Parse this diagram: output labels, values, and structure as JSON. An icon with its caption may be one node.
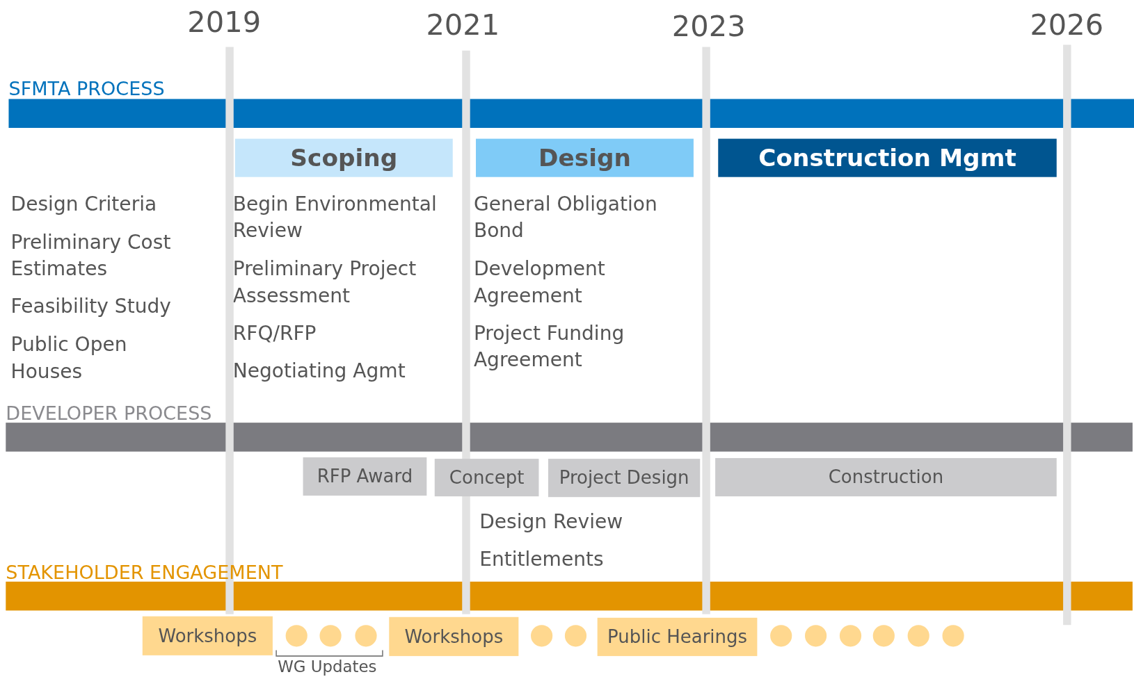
{
  "diagram": {
    "nodes": [
      {
        "text": [
          "SFMTA PROCESS"
        ]
      },
      {
        "text": [
          "Scoping"
        ]
      },
      {
        "text": [
          "Design"
        ]
      },
      {
        "text": [
          "Construction Mgmt"
        ]
      },
      {
        "text": [
          "DEVELOPER PROCESS"
        ]
      },
      {
        "text": [
          "RFP Award"
        ]
      },
      {
        "text": [
          "Concept"
        ]
      },
      {
        "text": [
          "Project Design"
        ]
      },
      {
        "text": [
          "Construction"
        ]
      },
      {
        "text": [
          "STAKEHOLDER ENGAGEMENT"
        ]
      },
      {
        "text": [
          "Workshops"
        ]
      },
      {
        "text": [],
        "shape": "circle"
      },
      {
        "text": [],
        "shape": "circle"
      },
      {
        "text": [],
        "shape": "circle"
      },
      {
        "text": [
          "Workshops"
        ]
      },
      {
        "text": [],
        "shape": "circle"
      },
      {
        "text": [],
        "shape": "circle"
      },
      {
        "text": [
          "Public Hearings"
        ]
      },
      {
        "text": [],
        "shape": "circle"
      },
      {
        "text": [],
        "shape": "circle"
      },
      {
        "text": [],
        "shape": "circle"
      },
      {
        "text": [],
        "shape": "circle"
      },
      {
        "text": [],
        "shape": "circle"
      },
      {
        "text": [],
        "shape": "circle"
      }
    ],
    "labels": [
      "2019",
      "2021",
      "2023",
      "2026",
      "Design Criteria",
      "Preliminary Cost Estimates",
      "Feasibility Study",
      "Public Open Houses",
      "Begin Environmental Review",
      "Preliminary Project Assessment",
      "RFQ/RFP",
      "Negotiating Agmt",
      "General Obligation Bond",
      "Development Agreement",
      "Project Funding Agreement",
      "Design Review",
      "Entitlements",
      "WG Updates"
    ]
  }
}
